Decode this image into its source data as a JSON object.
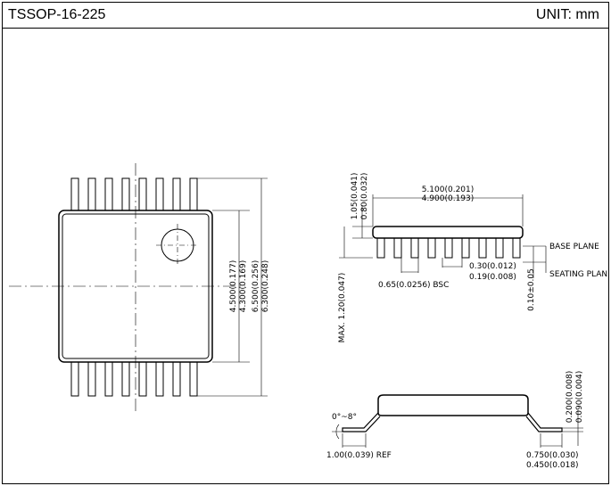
{
  "header": {
    "package": "TSSOP-16-225",
    "unit": "UNIT: mm"
  },
  "top_view": {
    "dim_4_500": "4.500(0.177)",
    "dim_4_300": "4.300(0.169)",
    "dim_6_500": "6.500(0.256)",
    "dim_6_300": "6.300(0.248)"
  },
  "side_view": {
    "dim_5_100": "5.100(0.201)",
    "dim_4_900": "4.900(0.193)",
    "dim_1_05": "1.05(0.041)",
    "dim_0_80": "0.80(0.032)",
    "dim_0_30": "0.30(0.012)",
    "dim_0_19": "0.19(0.008)",
    "pitch": "0.65(0.0256)  BSC",
    "max_height": "MAX. 1.20(0.047)",
    "dim_0_10": "0.10±0.05",
    "base_plane": "BASE PLANE",
    "seating_plane": "SEATING PLAN"
  },
  "end_view": {
    "angle": "0°~8°",
    "ref": "1.00(0.039)  REF",
    "dim_0_200": "0.200(0.008)",
    "dim_0_090": "0.090(0.004)",
    "dim_0_750": "0.750(0.030)",
    "dim_0_450": "0.450(0.018)"
  }
}
